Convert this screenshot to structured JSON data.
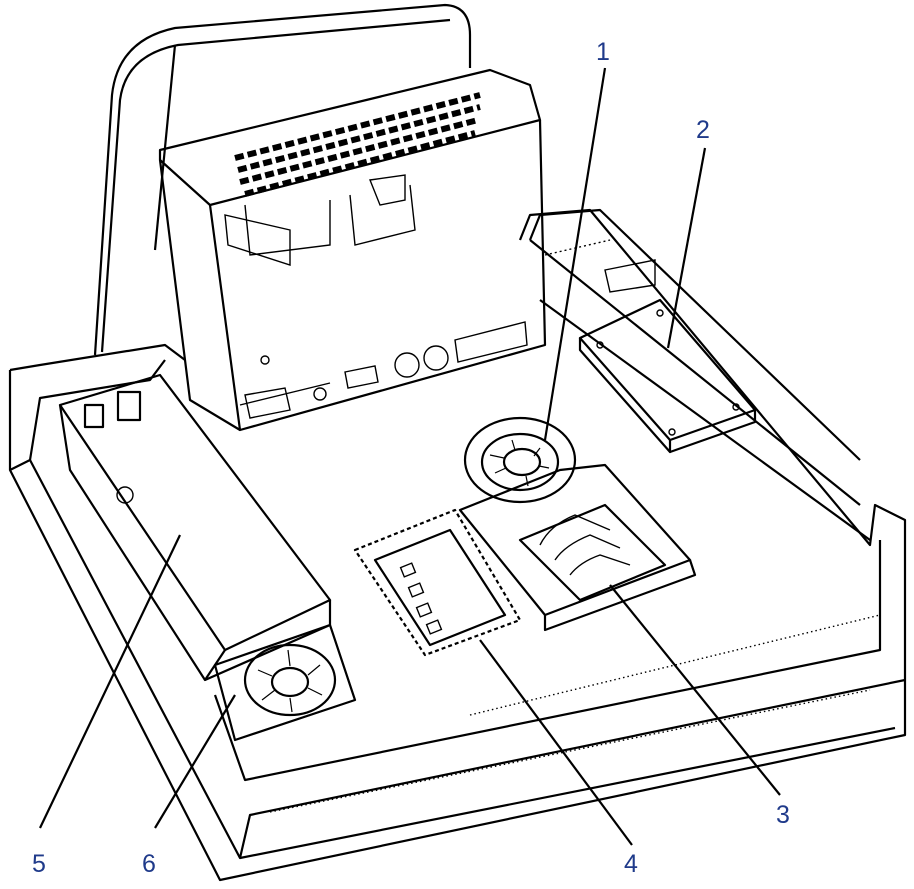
{
  "callouts": [
    {
      "id": "1",
      "label": "1"
    },
    {
      "id": "2",
      "label": "2"
    },
    {
      "id": "3",
      "label": "3"
    },
    {
      "id": "4",
      "label": "4"
    },
    {
      "id": "5",
      "label": "5"
    },
    {
      "id": "6",
      "label": "6"
    }
  ],
  "colors": {
    "label": "#1f3a8a",
    "line": "#000000",
    "component_fill": "#d9d9d9",
    "chassis_fill": "#ffffff"
  }
}
